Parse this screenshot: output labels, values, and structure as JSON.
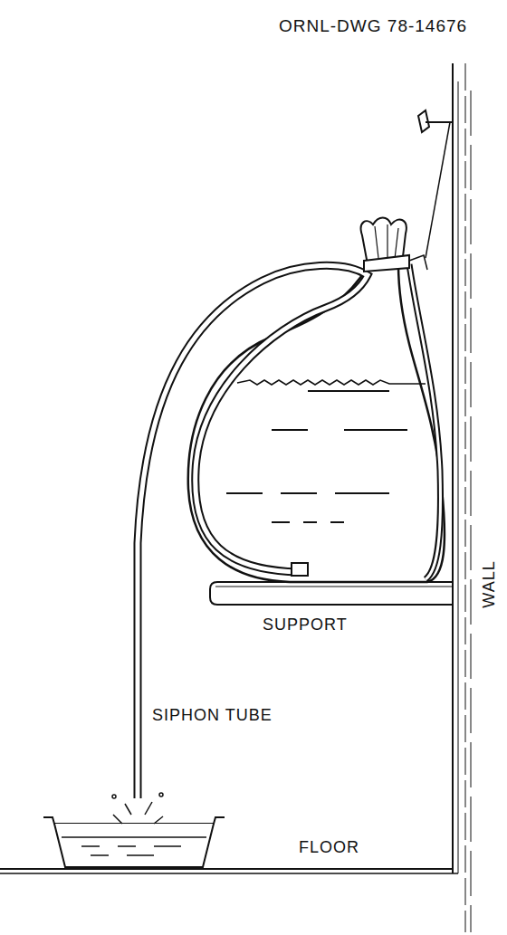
{
  "diagram": {
    "labels": [
      "ORNL-DWG 78-14676",
      "SUPPORT",
      "SIPHON TUBE",
      "FLOOR",
      "WALL"
    ]
  }
}
